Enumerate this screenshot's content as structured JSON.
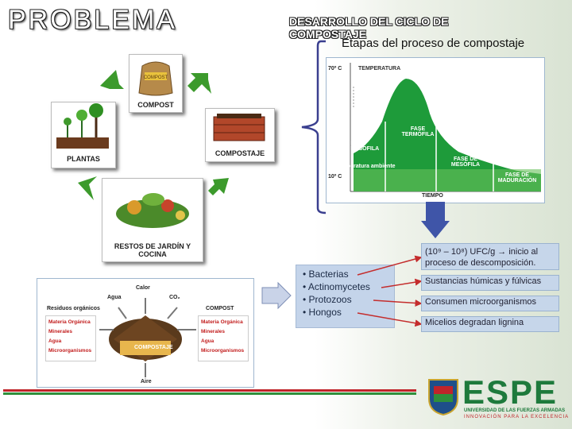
{
  "title": "PROBLEMA",
  "cycle_title": "DESARROLLO DEL  CICLO DE COMPOSTAJE",
  "stages_title": "Etapas del proceso de compostaje",
  "cycle": {
    "compost_label": "COMPOST",
    "compostaje_label": "COMPOSTAJE",
    "plantas_label": "PLANTAS",
    "restos_label": "RESTOS DE JARDÍN Y COCINA",
    "sack_text": "COMPOST"
  },
  "temp_chart": {
    "y_top_label": "70º C",
    "temperature_label": "TEMPERATURA",
    "y_bottom_label": "10º C",
    "ambient_label": "Temperatura ambiente",
    "x_label": "TIEMPO",
    "phases": [
      "FASE TERMÓFILA",
      "FASE MESÓFILA",
      "FASE DE MESÓFILA",
      "FASE DE MADURACIÓN"
    ]
  },
  "process": {
    "calor": "Calor",
    "agua": "Agua",
    "co2": "CO₂",
    "residuos": "Residuos orgánicos",
    "compost": "COMPOST",
    "aire": "Aire",
    "center": "COMPOSTAJE",
    "inputs": [
      "Materia Orgánica",
      "Minerales",
      "Agua",
      "Microorganismos"
    ],
    "outputs": [
      "Materia Orgánica",
      "Minerales",
      "Agua",
      "Microorganismos"
    ]
  },
  "organisms": [
    "Bacterias",
    "Actinomycetes",
    "Protozoos",
    "Hongos"
  ],
  "info_boxes": [
    "(10⁹ – 10⁸) UFC/g → inicio al proceso de descomposición.",
    "Sustancias húmicas y fúlvicas",
    "Consumen microorganismos",
    "Micelios degradan lignina"
  ],
  "logo": {
    "name": "ESPE",
    "line1": "UNIVERSIDAD DE LAS FUERZAS ARMADAS",
    "line2": "INNOVACIÓN PARA LA EXCELENCIA"
  },
  "colors": {
    "chart_green": "#1e9b3a",
    "bar_red": "#c0242a",
    "bar_green": "#2f8f3b",
    "arrow_green": "#3c9a2c",
    "info_blue": "#c6d6ea",
    "logo_green": "#1e7a3c"
  }
}
